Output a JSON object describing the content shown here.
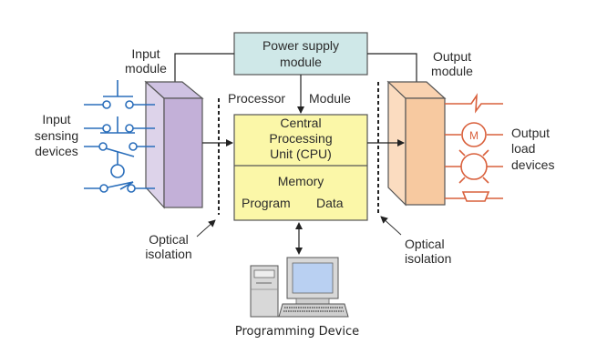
{
  "diagram": {
    "title": "PLC architecture",
    "power_supply": {
      "line1": "Power supply",
      "line2": "module"
    },
    "input_module_label": {
      "line1": "Input",
      "line2": "module"
    },
    "output_module_label": {
      "line1": "Output",
      "line2": "module"
    },
    "processor_module_label": {
      "left": "Processor",
      "right": "Module"
    },
    "cpu": {
      "line1": "Central",
      "line2": "Processing",
      "line3": "Unit (CPU)"
    },
    "memory": {
      "title": "Memory",
      "left": "Program",
      "right": "Data"
    },
    "input_devices_label": {
      "line1": "Input",
      "line2": "sensing",
      "line3": "devices"
    },
    "output_devices_label": {
      "line1": "Output",
      "line2": "load",
      "line3": "devices"
    },
    "optical_left": {
      "line1": "Optical",
      "line2": "isolation"
    },
    "optical_right": {
      "line1": "Optical",
      "line2": "isolation"
    },
    "programming_device": "Programming Device",
    "motor_symbol": "M",
    "colors": {
      "power_supply_fill": "#cfe8e8",
      "cpu_fill": "#fbf7a8",
      "input_module_fill": "#c3b0d8",
      "output_module_fill": "#f7c9a0",
      "input_device_stroke": "#2a6ebb",
      "output_device_stroke": "#d9603c"
    }
  }
}
